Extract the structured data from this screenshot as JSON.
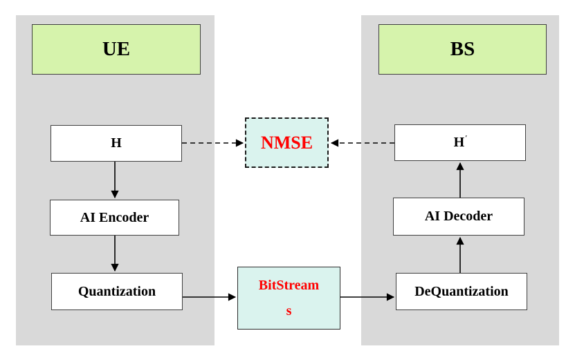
{
  "panels": {
    "ue": {
      "label": "UE"
    },
    "bs": {
      "label": "BS"
    }
  },
  "nodes": {
    "h": {
      "label": "H"
    },
    "ai_encoder": {
      "label": "AI Encoder"
    },
    "quantization": {
      "label": "Quantization"
    },
    "nmse": {
      "label": "NMSE"
    },
    "bitstreams": {
      "line1": "BitStream",
      "line2": "s"
    },
    "dequantization": {
      "label": "DeQuantization"
    },
    "ai_decoder": {
      "label": "AI Decoder"
    },
    "h_prime": {
      "label": "H",
      "prime": "′"
    }
  },
  "colors": {
    "panel_bg": "#d9d9d9",
    "header_bg": "#d6f3ac",
    "highlight_bg": "#daf3ee",
    "accent_text": "#ff0000",
    "box_border": "#3f3f3f",
    "line": "#000000"
  }
}
